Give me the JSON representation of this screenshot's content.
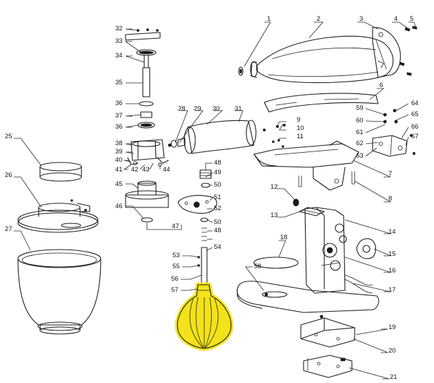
{
  "labels": [
    "1",
    "2",
    "3",
    "4",
    "5",
    "6",
    "7",
    "8",
    "9",
    "10",
    "11",
    "12",
    "13",
    "14",
    "15",
    "16",
    "17",
    "18",
    "19",
    "20",
    "21",
    "25",
    "26",
    "27",
    "28",
    "29",
    "30",
    "31",
    "32",
    "33",
    "34",
    "35",
    "36",
    "37",
    "36",
    "38",
    "39",
    "40",
    "41",
    "42",
    "43",
    "44",
    "45",
    "46",
    "47",
    "48",
    "49",
    "50",
    "51",
    "52",
    "50",
    "48",
    "54",
    "53",
    "55",
    "56",
    "57",
    "58",
    "59",
    "60",
    "61",
    "62",
    "63",
    "64",
    "65",
    "66",
    "67"
  ],
  "highlight": {
    "label": "57",
    "color": "#f3e219"
  }
}
